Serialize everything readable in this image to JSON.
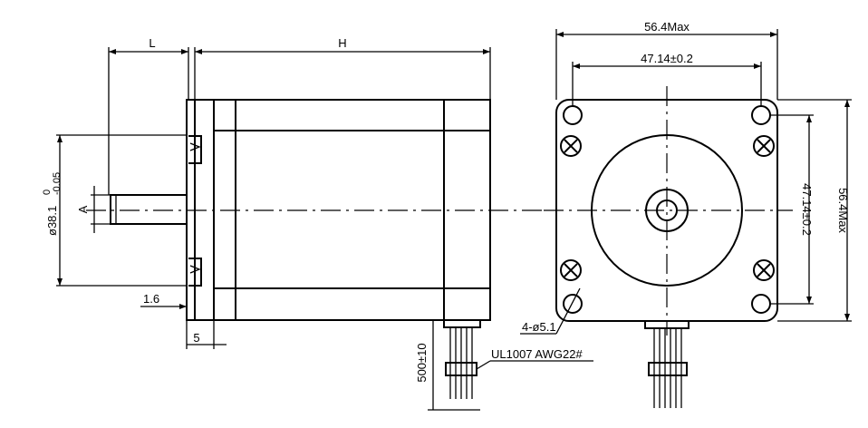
{
  "drawing": {
    "side_view": {
      "dim_L": "L",
      "dim_H": "H",
      "dim_A": "A",
      "dim_pilot_diameter_main": "ø38.1",
      "dim_pilot_tolerance_top": "0",
      "dim_pilot_tolerance_bottom": "-0.05",
      "dim_1_6": "1.6",
      "dim_5": "5",
      "dim_lead_length": "500±10",
      "lead_spec": "UL1007 AWG22#"
    },
    "front_view": {
      "dim_width_max": "56.4Max",
      "dim_hole_spacing_h": "47.14±0.2",
      "dim_hole_spacing_v": "47.14±0.2",
      "dim_height_max": "56.4Max",
      "dim_holes": "4-ø5.1"
    }
  }
}
